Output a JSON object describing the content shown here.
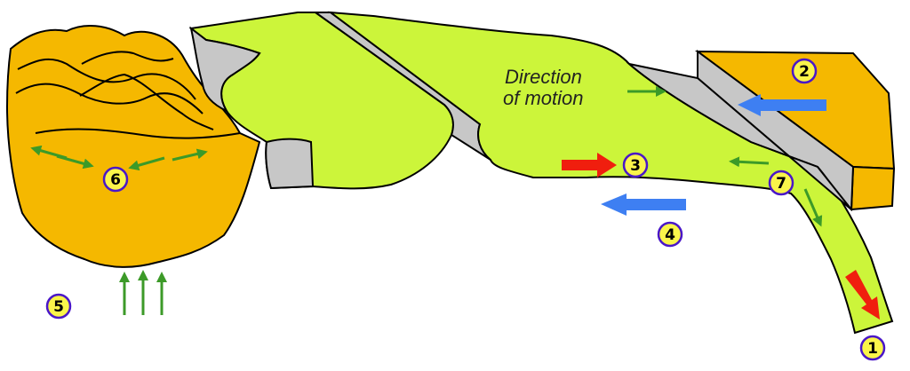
{
  "colors": {
    "orange": "#F5B800",
    "green": "#CCF53A",
    "gray": "#C7C7C7",
    "arrow_green": "#3C9A28",
    "arrow_red": "#F01E0E",
    "arrow_blue": "#3E7FF2",
    "circle_fill": "#FAF54A",
    "circle_stroke": "#4A17C8"
  },
  "labels": {
    "direction_line1": "Direction",
    "direction_line2": "of motion",
    "n1": "1",
    "n2": "2",
    "n3": "3",
    "n4": "4",
    "n5": "5",
    "n6": "6",
    "n7": "7"
  }
}
